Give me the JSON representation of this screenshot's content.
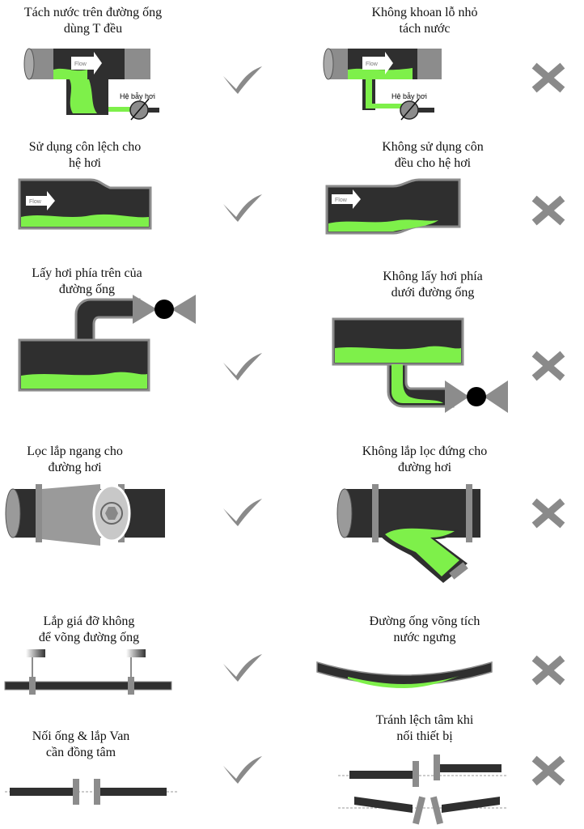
{
  "colors": {
    "pipe": "#2f2f2f",
    "pipe_grey": "#8c8c8c",
    "condensate": "#7ef04a",
    "mark": "#8a8a8a"
  },
  "labels": {
    "flow": "Flow",
    "steam_system": "Hệ bẫy hơi"
  },
  "rows": [
    {
      "left": {
        "caption": "Tách nước trên đường ống\ndùng T đều",
        "verdict": "check"
      },
      "right": {
        "caption": "Không khoan lỗ nhỏ\ntách nước",
        "verdict": "cross"
      }
    },
    {
      "left": {
        "caption": "Sử dụng côn lệch cho\nhệ hơi",
        "verdict": "check"
      },
      "right": {
        "caption": "Không sử dụng côn\nđều cho hệ hơi",
        "verdict": "cross"
      }
    },
    {
      "left": {
        "caption": "Lấy hơi phía trên của\nđường ống",
        "verdict": "check"
      },
      "right": {
        "caption": "Không lấy hơi phía\ndưới đường ống",
        "verdict": "cross"
      }
    },
    {
      "left": {
        "caption": "Lọc lắp ngang cho\nđường hơi",
        "verdict": "check"
      },
      "right": {
        "caption": "Không lắp lọc đứng cho\nđường hơi",
        "verdict": "cross"
      }
    },
    {
      "left": {
        "caption": "Lắp giá đỡ không\nđể võng đường ống",
        "verdict": "check"
      },
      "right": {
        "caption": "Đường ống võng tích\nnước ngưng",
        "verdict": "cross"
      }
    },
    {
      "left": {
        "caption": "Nối ống & lắp Van\ncần đồng tâm",
        "verdict": "check"
      },
      "right": {
        "caption": "Tránh lệch tâm khi\nnối thiết bị",
        "verdict": "cross"
      }
    }
  ]
}
